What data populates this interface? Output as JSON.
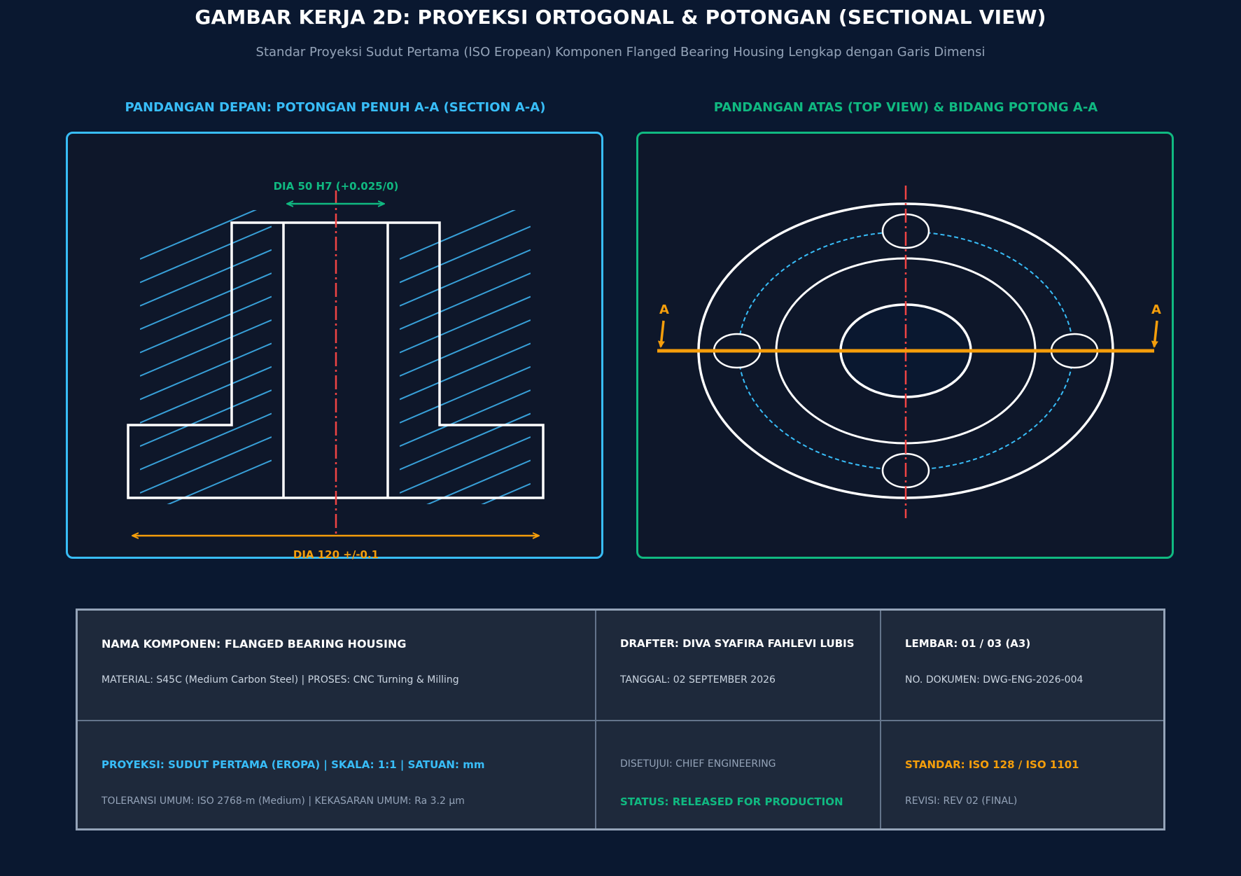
{
  "header": {
    "title": "GAMBAR KERJA 2D: PROYEKSI ORTOGONAL & POTONGAN (SECTIONAL VIEW)",
    "subtitle": "Standar Proyeksi Sudut Pertama (ISO Eropean) Komponen Flanged Bearing Housing Lengkap dengan Garis Dimensi"
  },
  "front_view": {
    "title": "PANDANGAN DEPAN: POTONGAN PENUH A-A (SECTION A-A)",
    "dim_bore": "DIA 50 H7 (+0.025/0)",
    "dim_outer": "DIA 120 +/-0.1"
  },
  "top_view": {
    "title": "PANDANGAN ATAS (TOP VIEW) & BIDANG POTONG A-A",
    "cut_label_left": "A",
    "cut_label_right": "A"
  },
  "title_block": {
    "component": "NAMA KOMPONEN: FLANGED BEARING HOUSING",
    "material": "MATERIAL: S45C (Medium Carbon Steel) | PROSES: CNC Turning & Milling",
    "drafter": "DRAFTER: DIVA SYAFIRA FAHLEVI LUBIS",
    "date": "TANGGAL: 02 SEPTEMBER 2026",
    "sheet": "LEMBAR: 01 / 03 (A3)",
    "doc_no": "NO. DOKUMEN: DWG-ENG-2026-004",
    "projection": "PROYEKSI: SUDUT PERTAMA (EROPA) | SKALA: 1:1 | SATUAN: mm",
    "tolerance": "TOLERANSI UMUM: ISO 2768-m (Medium) | KEKASARAN UMUM: Ra 3.2 µm",
    "approved": "DISETUJUI: CHIEF ENGINEERING",
    "status": "STATUS: RELEASED FOR PRODUCTION",
    "standard": "STANDAR: ISO 128 / ISO 1101",
    "revision": "REVISI: REV 02 (FINAL)"
  },
  "colors": {
    "background": "#0a1830",
    "panel": "#0e172a",
    "front_accent": "#38bdf8",
    "top_accent": "#10b981",
    "dimension_orange": "#f59e0b",
    "centerline_red": "#ef4444",
    "outline": "#ffffff"
  }
}
